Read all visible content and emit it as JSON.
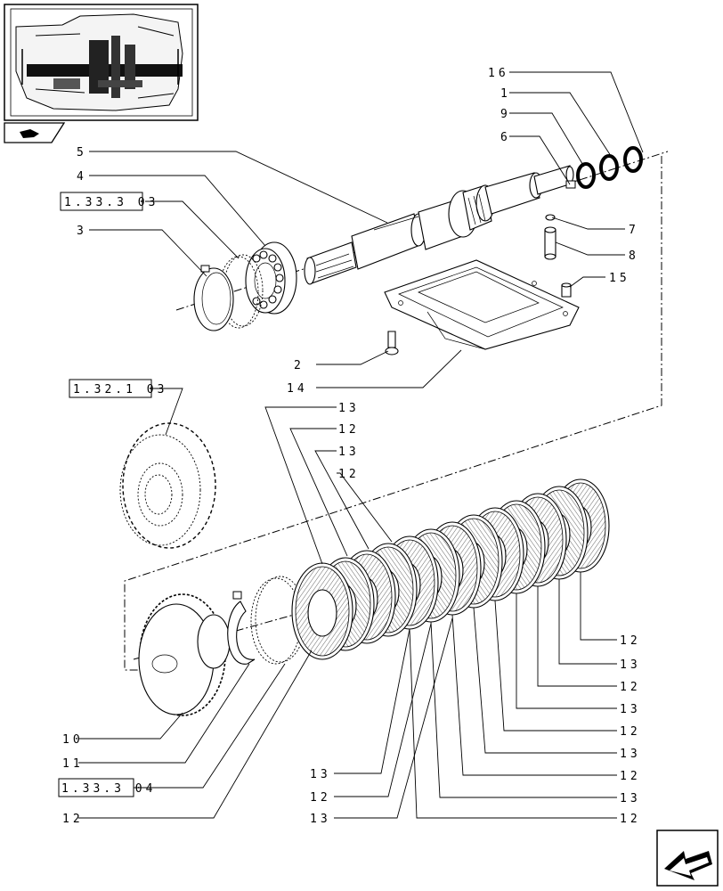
{
  "diagram": {
    "thumbnail_label": "",
    "callouts": {
      "c16": "16",
      "c1": "1",
      "c9": "9",
      "c6": "6",
      "c5": "5",
      "c4": "4",
      "c3": "3",
      "c7": "7",
      "c8": "8",
      "c15": "15",
      "c2": "2",
      "c14": "14",
      "c10": "10",
      "c11": "11"
    },
    "references": {
      "ref_a": "1.33.3 03",
      "ref_b": "1.32.1 03",
      "ref_c": "1.33.3 04"
    },
    "stack_top": [
      "13",
      "12",
      "13",
      "12"
    ],
    "stack_right": [
      "12",
      "13",
      "12",
      "13",
      "12",
      "13",
      "12",
      "13",
      "12"
    ],
    "stack_bottom_left": [
      "13",
      "12",
      "13",
      "12"
    ],
    "stack_bottom_right": [
      "13",
      "12"
    ]
  }
}
